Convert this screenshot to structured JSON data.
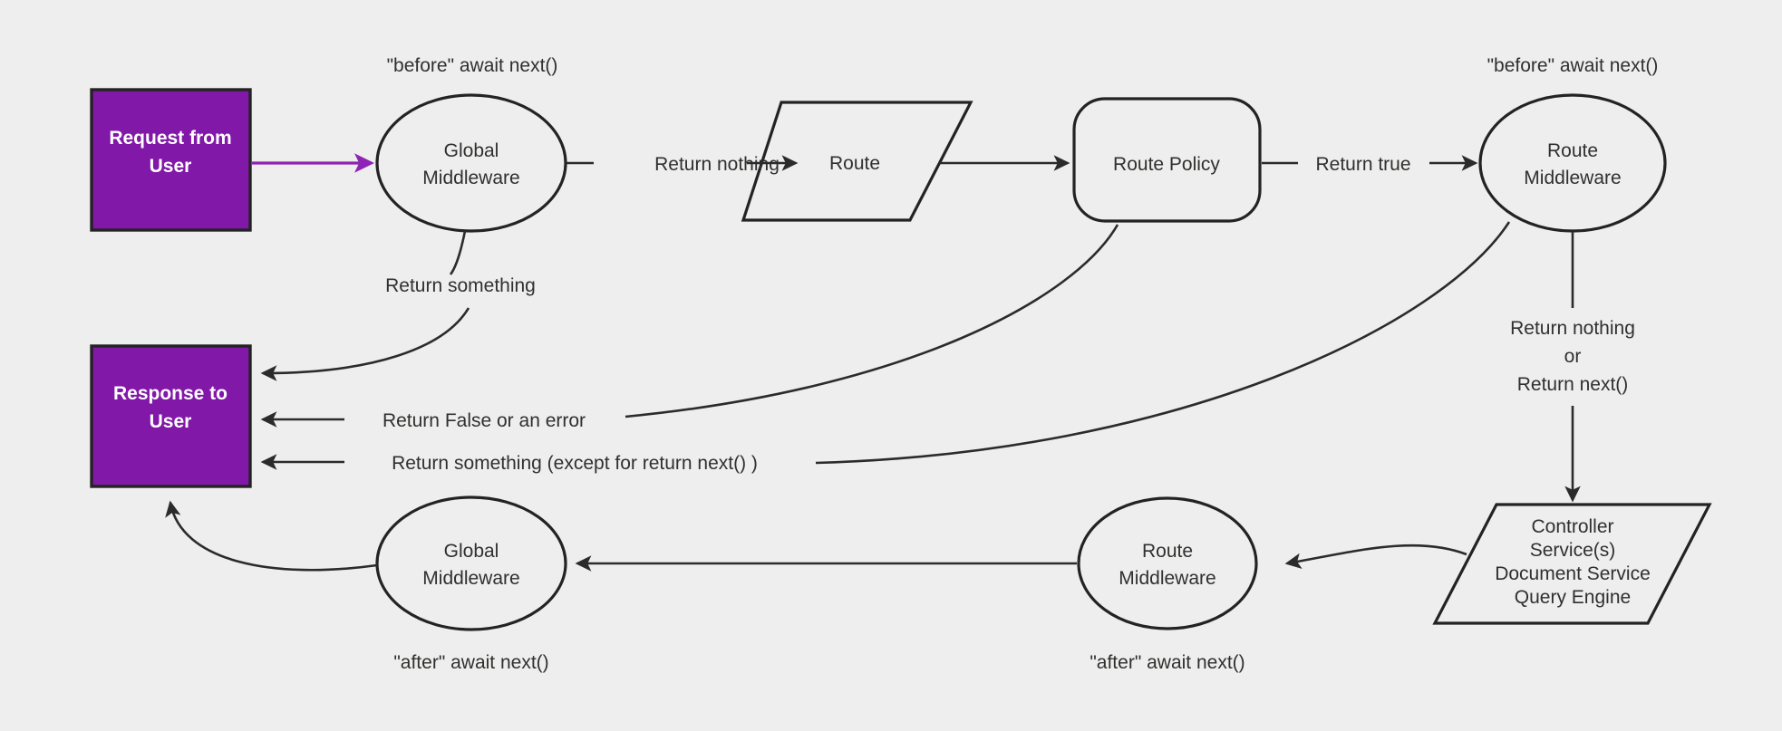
{
  "diagram": {
    "title": "Request lifecycle middleware flow",
    "background_color": "#eeeeee",
    "accent_color": "#8118a8",
    "stroke_color": "#232323",
    "text_color": "#30302f"
  },
  "nodes": {
    "request_from_user": {
      "label_line1": "Request from",
      "label_line2": "User",
      "shape": "rectangle",
      "fill": "#8118a8"
    },
    "response_to_user": {
      "label_line1": "Response to",
      "label_line2": "User",
      "shape": "rectangle",
      "fill": "#8118a8"
    },
    "global_middleware_before": {
      "label_line1": "Global",
      "label_line2": "Middleware",
      "shape": "ellipse"
    },
    "route": {
      "label": "Route",
      "shape": "parallelogram"
    },
    "route_policy": {
      "label": "Route Policy",
      "shape": "rounded-rectangle"
    },
    "route_middleware_before": {
      "label_line1": "Route",
      "label_line2": "Middleware",
      "shape": "ellipse"
    },
    "controller": {
      "line1": "Controller",
      "line2": "Service(s)",
      "line3": "Document Service",
      "line4": "Query Engine",
      "shape": "parallelogram"
    },
    "route_middleware_after": {
      "label_line1": "Route",
      "label_line2": "Middleware",
      "shape": "ellipse"
    },
    "global_middleware_after": {
      "label_line1": "Global",
      "label_line2": "Middleware",
      "shape": "ellipse"
    }
  },
  "annotations": {
    "before_global": "\"before\" await next()",
    "before_route_mw": "\"before\" await next()",
    "after_global": "\"after\" await next()",
    "after_route_mw": "\"after\" await next()"
  },
  "edges": {
    "request_to_global": {
      "label": "",
      "color": "#8118a8"
    },
    "global_to_route": {
      "label": "Return nothing"
    },
    "route_to_policy": {
      "label": ""
    },
    "policy_to_route_mw": {
      "label": "Return true"
    },
    "global_to_response": {
      "label": "Return something"
    },
    "policy_to_response": {
      "label": "Return False or an error"
    },
    "route_mw_to_response": {
      "label": "Return something (except for return next() )"
    },
    "route_mw_to_controller_line1": "Return nothing",
    "route_mw_to_controller_line2": "or",
    "route_mw_to_controller_line3": "Return next()",
    "controller_to_route_mw_after": {
      "label": ""
    },
    "route_mw_after_to_global_after": {
      "label": ""
    },
    "global_after_to_response": {
      "label": ""
    }
  }
}
